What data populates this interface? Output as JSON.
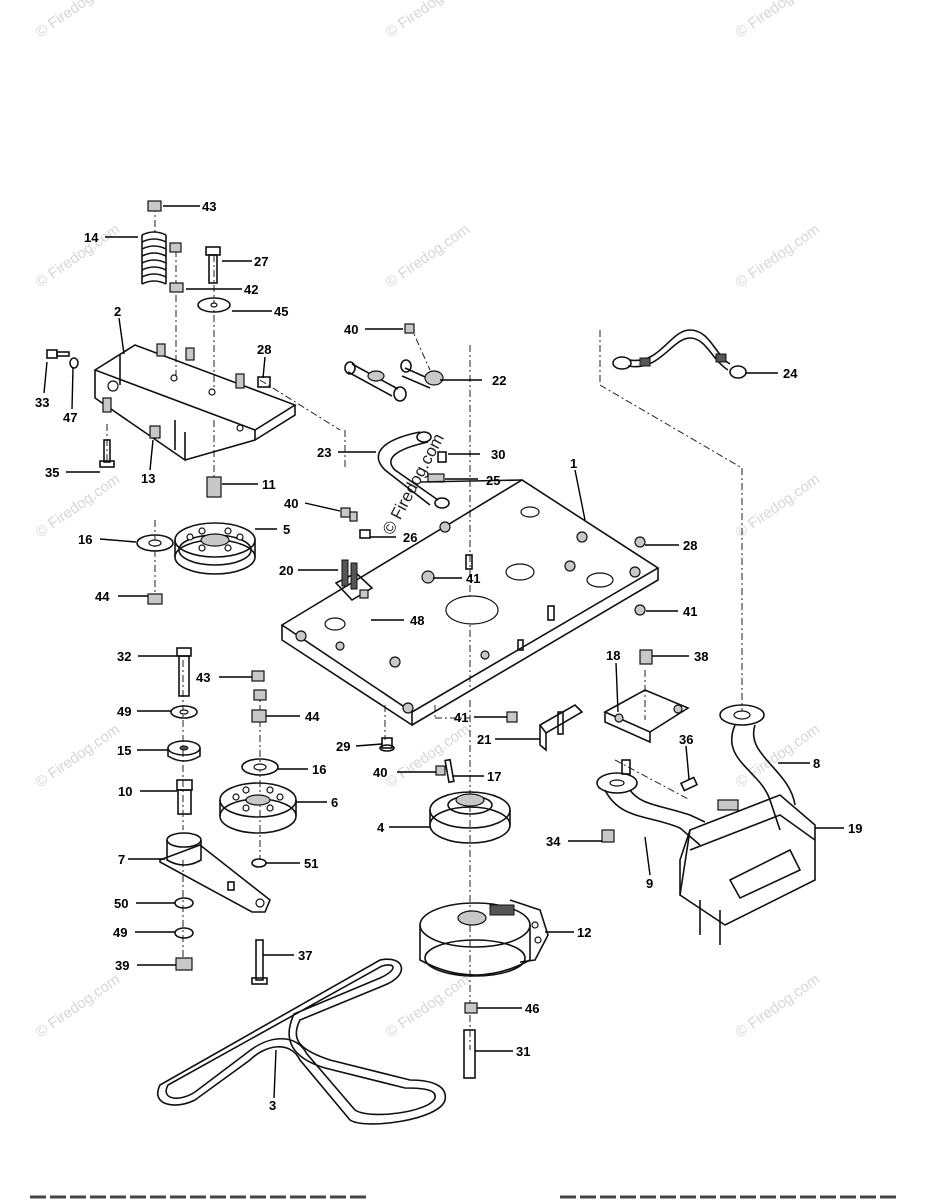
{
  "watermark": {
    "text": "© Firedog.com",
    "center_text": "© Firedog.com"
  },
  "callouts": [
    {
      "id": "c43a",
      "label": "43"
    },
    {
      "id": "c14",
      "label": "14"
    },
    {
      "id": "c27",
      "label": "27"
    },
    {
      "id": "c42",
      "label": "42"
    },
    {
      "id": "c45",
      "label": "45"
    },
    {
      "id": "c2",
      "label": "2"
    },
    {
      "id": "c28a",
      "label": "28"
    },
    {
      "id": "c33",
      "label": "33"
    },
    {
      "id": "c47",
      "label": "47"
    },
    {
      "id": "c35",
      "label": "35"
    },
    {
      "id": "c13",
      "label": "13"
    },
    {
      "id": "c11",
      "label": "11"
    },
    {
      "id": "c40a",
      "label": "40"
    },
    {
      "id": "c22",
      "label": "22"
    },
    {
      "id": "c24",
      "label": "24"
    },
    {
      "id": "c23",
      "label": "23"
    },
    {
      "id": "c30",
      "label": "30"
    },
    {
      "id": "c25",
      "label": "25"
    },
    {
      "id": "c1",
      "label": "1"
    },
    {
      "id": "c40b",
      "label": "40"
    },
    {
      "id": "c26",
      "label": "26"
    },
    {
      "id": "c28b",
      "label": "28"
    },
    {
      "id": "c16a",
      "label": "16"
    },
    {
      "id": "c5",
      "label": "5"
    },
    {
      "id": "c20",
      "label": "20"
    },
    {
      "id": "c41a",
      "label": "41"
    },
    {
      "id": "c44a",
      "label": "44"
    },
    {
      "id": "c41b",
      "label": "41"
    },
    {
      "id": "c48",
      "label": "48"
    },
    {
      "id": "c32",
      "label": "32"
    },
    {
      "id": "c43b",
      "label": "43"
    },
    {
      "id": "c18",
      "label": "18"
    },
    {
      "id": "c38",
      "label": "38"
    },
    {
      "id": "c49a",
      "label": "49"
    },
    {
      "id": "c44b",
      "label": "44"
    },
    {
      "id": "c41c",
      "label": "41"
    },
    {
      "id": "c21",
      "label": "21"
    },
    {
      "id": "c29",
      "label": "29"
    },
    {
      "id": "c15",
      "label": "15"
    },
    {
      "id": "c36",
      "label": "36"
    },
    {
      "id": "c8",
      "label": "8"
    },
    {
      "id": "c16b",
      "label": "16"
    },
    {
      "id": "c40c",
      "label": "40"
    },
    {
      "id": "c17",
      "label": "17"
    },
    {
      "id": "c10",
      "label": "10"
    },
    {
      "id": "c6",
      "label": "6"
    },
    {
      "id": "c4",
      "label": "4"
    },
    {
      "id": "c19",
      "label": "19"
    },
    {
      "id": "c34",
      "label": "34"
    },
    {
      "id": "c7",
      "label": "7"
    },
    {
      "id": "c51",
      "label": "51"
    },
    {
      "id": "c9",
      "label": "9"
    },
    {
      "id": "c50",
      "label": "50"
    },
    {
      "id": "c12",
      "label": "12"
    },
    {
      "id": "c49b",
      "label": "49"
    },
    {
      "id": "c37",
      "label": "37"
    },
    {
      "id": "c39",
      "label": "39"
    },
    {
      "id": "c46",
      "label": "46"
    },
    {
      "id": "c31",
      "label": "31"
    },
    {
      "id": "c3",
      "label": "3"
    }
  ]
}
